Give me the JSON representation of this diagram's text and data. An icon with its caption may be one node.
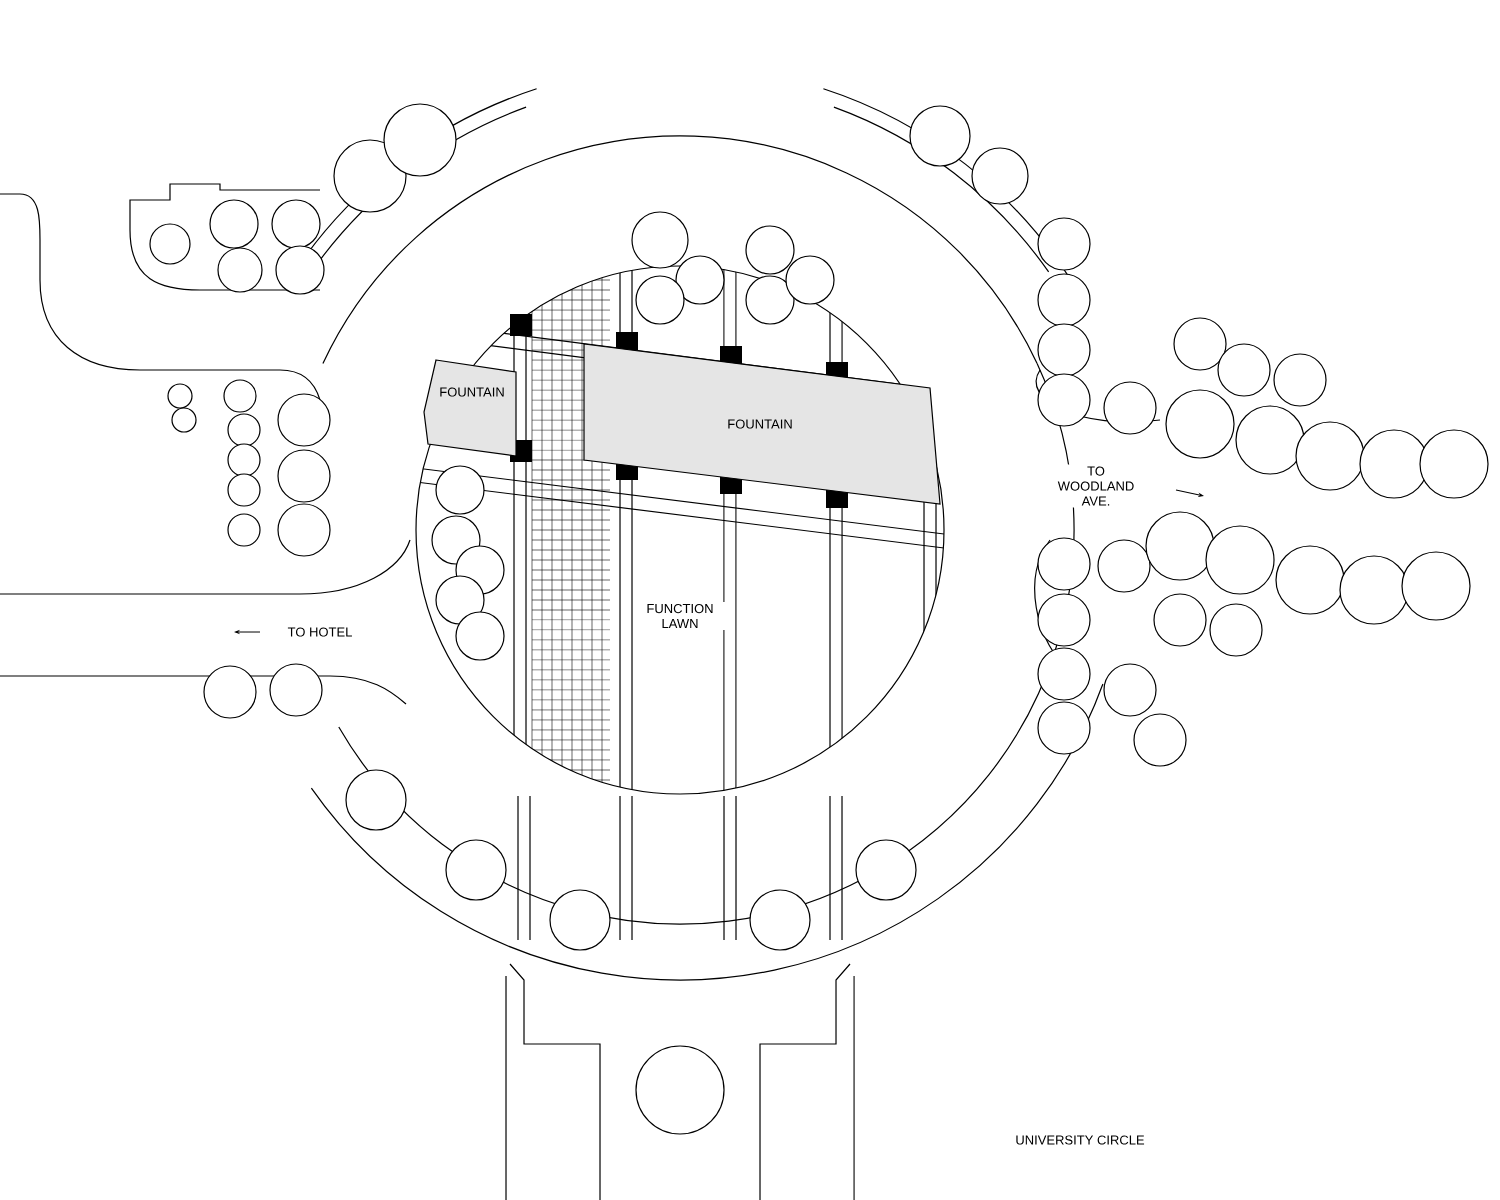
{
  "diagram": {
    "nodes": [
      {
        "text": [
          "FOUNTAIN"
        ]
      },
      {
        "text": [
          "FOUNTAIN"
        ]
      }
    ],
    "labels": [
      "FUNCTION LAWN",
      "TO HOTEL",
      "TO WOODLAND AVE.",
      "UNIVERSITY CIRCLE"
    ]
  }
}
